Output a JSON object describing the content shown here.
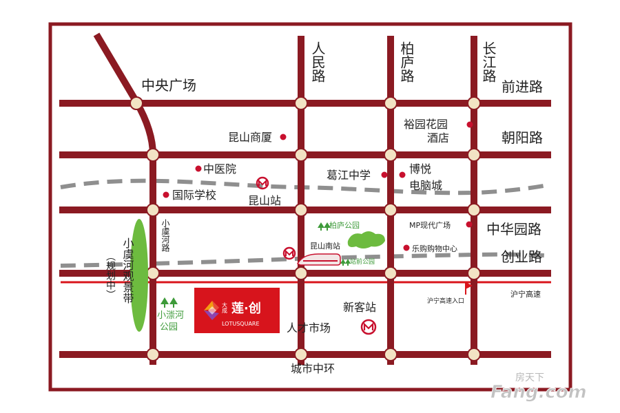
{
  "map": {
    "colors": {
      "frame": "#8b1a22",
      "road": "#8b1a22",
      "node_fill": "#f2e3c4",
      "poi_dot": "#c8102e",
      "red_line": "#d9141b",
      "dash_line": "#8f8f8f",
      "park": "#6dbb3f",
      "park_text": "#3e9b3a",
      "brand_bg": "#d7141c",
      "text": "#222222"
    },
    "roads": {
      "renmin": "人民路",
      "bailu": "柏庐路",
      "changjiang": "长江路",
      "qianjin": "前进路",
      "chaoyang": "朝阳路",
      "zhonghuayuan": "中华园路",
      "chuangye": "创业路",
      "chengshi_zhonghuan": "城市中环",
      "xiaoyuhe": "小虞河路",
      "huning_gaosu": "沪宁高速",
      "huning_entrance": "沪宁高速入口"
    },
    "pois": {
      "zhongyang_guangchang": "中央广场",
      "kunshan_shangsha": "昆山商厦",
      "yuyuan_huayuan": "裕园花园",
      "yuyuan_jiudian": "酒店",
      "zhongyiyuan": "中医院",
      "guoji_xuexiao": "国际学校",
      "kunshan_zhan": "昆山站",
      "gejiang_zhongxue": "葛江中学",
      "boyue": "博悦",
      "boyue_2": "电脑城",
      "mp_guangchang": "MP现代广场",
      "legou": "乐购购物中心",
      "kunshan_nanzhan": "昆山南站",
      "bailu_gongyuan": "柏庐公园",
      "zhanqian_gongyuan": "站前公园",
      "xinke_zhan": "新客站",
      "rencai_shichang": "人才市场",
      "xiaoyuhe_gongyuan": "小漴河",
      "xiaoyuhe_gongyuan_2": "公园",
      "jingguan_dai": "小虞河观景带",
      "guihua_zhong": "（规划中）"
    },
    "brand": {
      "da": "大成",
      "name": "莲·创",
      "english": "LOTUSQUARE"
    },
    "watermark": {
      "cn": "房天下",
      "en": "Fang.com"
    }
  }
}
